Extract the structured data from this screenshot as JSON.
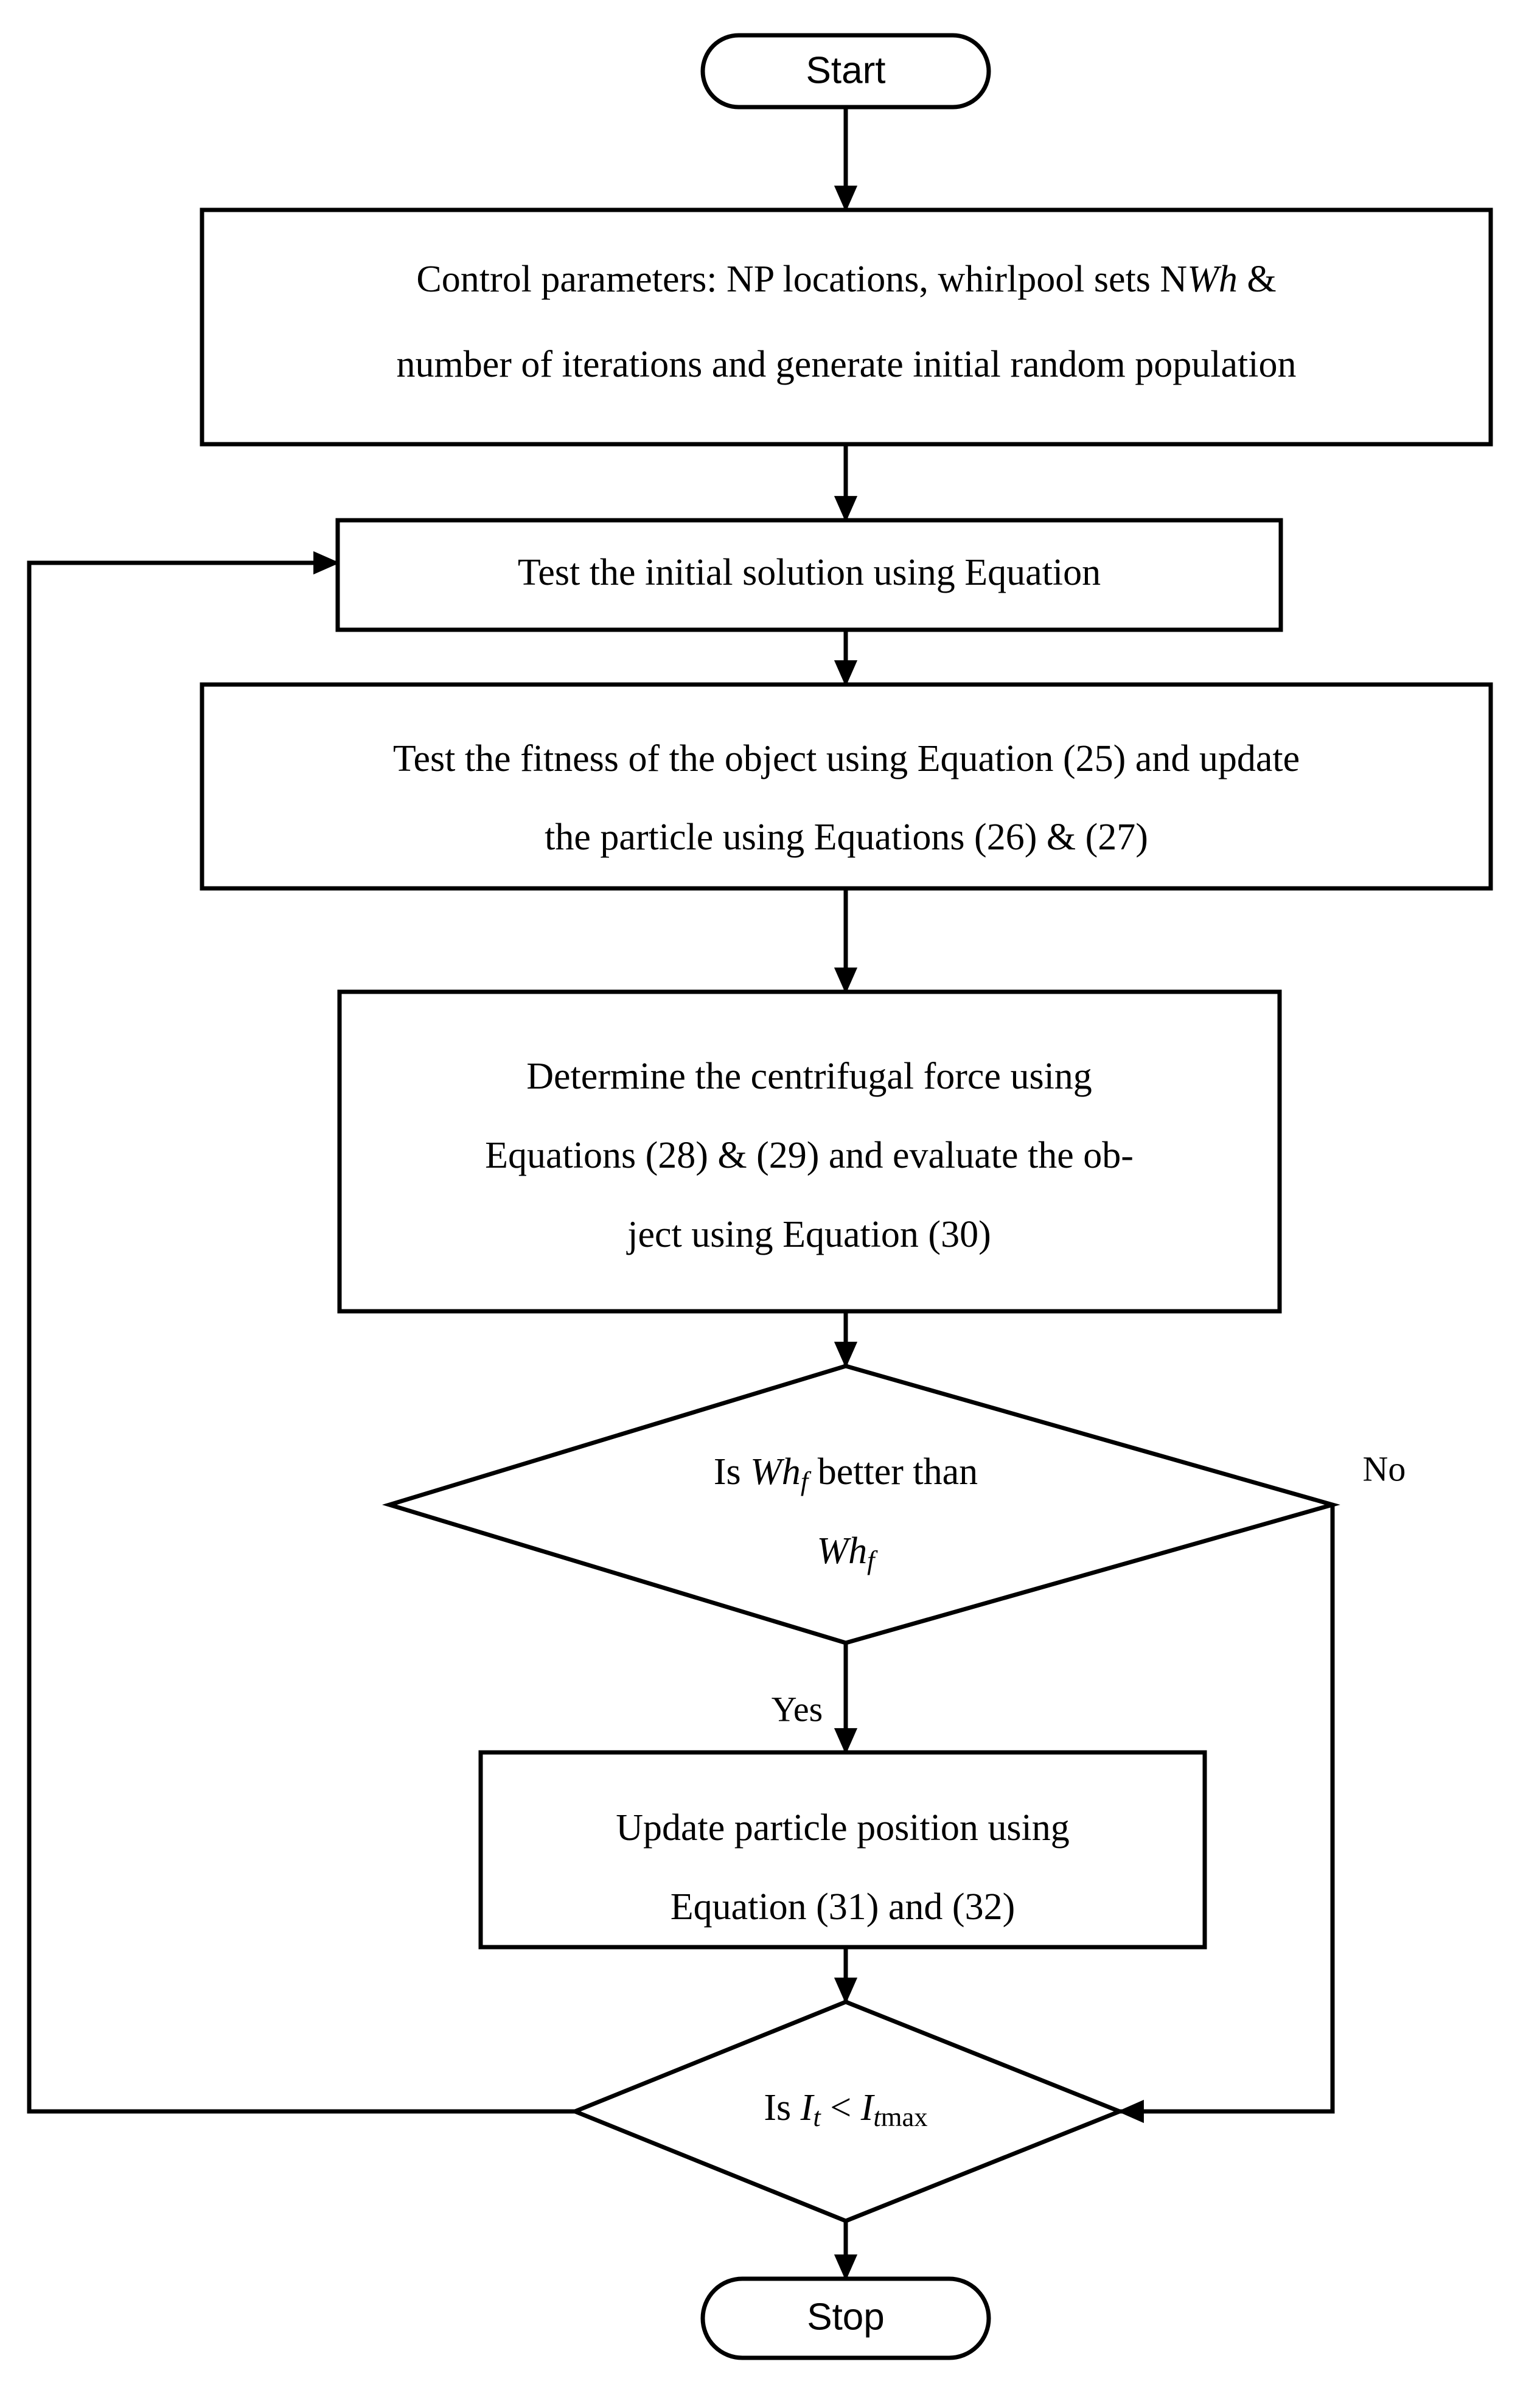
{
  "diagram": {
    "title": "Whirlpool optimization algorithm flowchart",
    "background_color": "#ffffff",
    "line_color": "#000000",
    "fill_color": "#ffffff"
  },
  "nodes": {
    "start": {
      "type": "terminator",
      "label": "Start"
    },
    "control_params": {
      "type": "process",
      "line1_a": "Control parameters: NP locations, whirlpool sets N",
      "line1_b": "Wh",
      "line1_c": " &",
      "line2": "number of iterations and generate initial random population"
    },
    "test_initial": {
      "type": "process",
      "label": "Test the initial solution using Equation"
    },
    "test_fitness": {
      "type": "process",
      "line1": "Test the fitness of the object using Equation (25) and update",
      "line2": "the particle using Equations (26) & (27)"
    },
    "centrifugal": {
      "type": "process",
      "line1": "Determine the centrifugal force using",
      "line2": "Equations (28) & (29) and evaluate the ob-",
      "line3": "ject using Equation (30)"
    },
    "decision_wh": {
      "type": "decision",
      "line1_a": "Is ",
      "line1_var": "Wh",
      "line1_sub": "f",
      "line1_b": " better than",
      "line2_var": "Wh",
      "line2_sub": "f"
    },
    "update_position": {
      "type": "process",
      "line1": "Update particle position using",
      "line2": "Equation (31) and (32)"
    },
    "decision_iter": {
      "type": "decision",
      "prefix": "Is ",
      "var1": "I",
      "sub1": "t",
      "operator": " < ",
      "var2": "I",
      "sub2_italic": "t",
      "sub2_upright": "max"
    },
    "stop": {
      "type": "terminator",
      "label": "Stop"
    }
  },
  "edge_labels": {
    "no": "No",
    "yes": "Yes"
  }
}
